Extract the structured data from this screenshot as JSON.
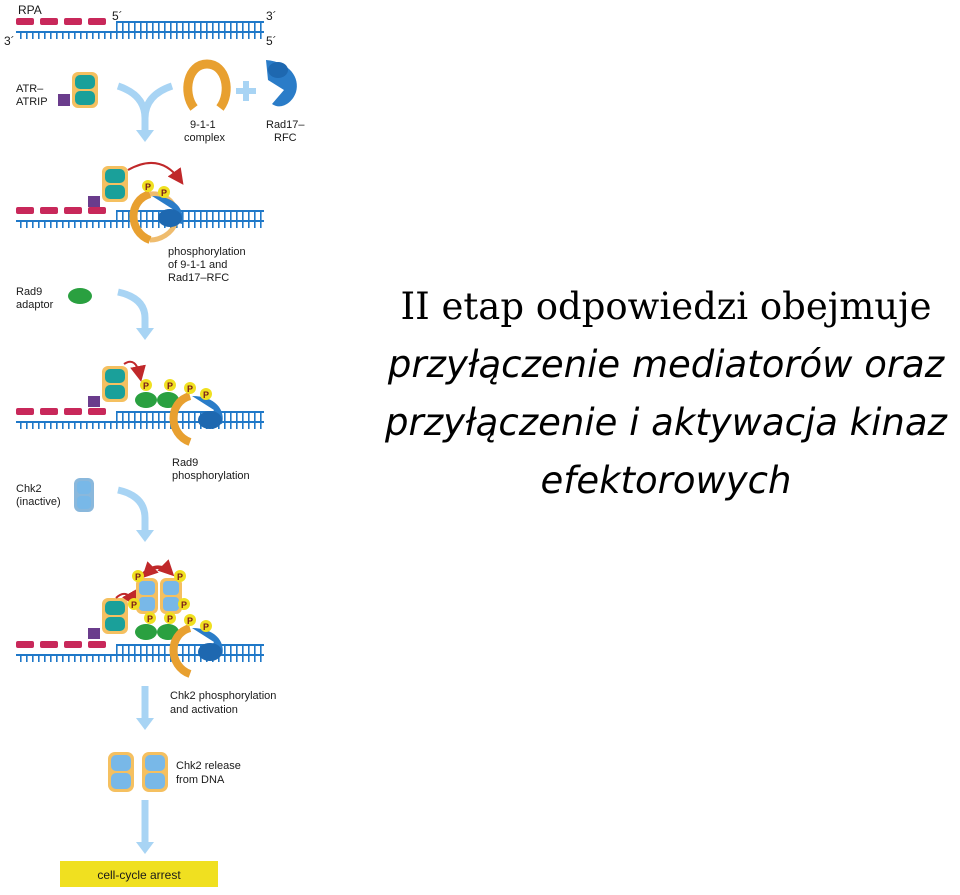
{
  "labels": {
    "rpa": "RPA",
    "five_prime_top": "5´",
    "three_prime_top": "3´",
    "three_prime_bottom": "3´",
    "five_prime_bottom": "5´",
    "atr_line1": "ATR–",
    "atr_line2": "ATRIP",
    "complex911_line1": "9-1-1",
    "complex911_line2": "complex",
    "rad17_line1": "Rad17–",
    "rad17_line2": "RFC",
    "phos_line1": "phosphorylation",
    "phos_line2": "of 9-1-1 and",
    "phos_line3": "Rad17–RFC",
    "rad9_line1": "Rad9",
    "rad9_line2": "adaptor",
    "rad9phos_line1": "Rad9",
    "rad9phos_line2": "phosphorylation",
    "chk2_line1": "Chk2",
    "chk2_line2": "(inactive)",
    "chk2act_line1": "Chk2 phosphorylation",
    "chk2act_line2": "and activation",
    "chk2rel_line1": "Chk2 release",
    "chk2rel_line2": "from DNA",
    "arrest": "cell-cycle arrest",
    "p": "P"
  },
  "text": {
    "line1": "II etap odpowiedzi obejmuje",
    "line2": "przyłączenie mediatorów oraz",
    "line3": "przyłączenie i aktywacja kinaz",
    "line4": "efektorowych"
  },
  "colors": {
    "dna": "#1f78c8",
    "rpa": "#c8285a",
    "atr": "#1aa09a",
    "atrip": "#6a3c8c",
    "ring": "#e8a030",
    "rad17": "#2a7cc8",
    "rad9": "#2aa040",
    "chk2": "#78b8e8",
    "arrow": "#a8d4f4",
    "phospho": "#f0e020",
    "arrest_box": "#f0e020"
  }
}
